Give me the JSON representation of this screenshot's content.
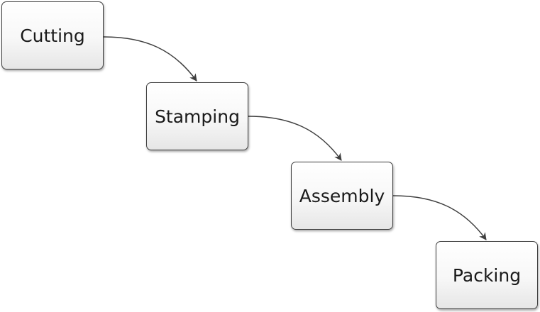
{
  "diagram": {
    "type": "process-flow",
    "steps": [
      {
        "label": "Cutting"
      },
      {
        "label": "Stamping"
      },
      {
        "label": "Assembly"
      },
      {
        "label": "Packing"
      }
    ],
    "connectors": [
      {
        "from": "Cutting",
        "to": "Stamping"
      },
      {
        "from": "Stamping",
        "to": "Assembly"
      },
      {
        "from": "Assembly",
        "to": "Packing"
      }
    ],
    "colors": {
      "box_border": "#3f3f3f",
      "box_fill_top": "#ffffff",
      "box_fill_bottom": "#e6e6e6",
      "connector": "#3f3f3f",
      "text": "#1a1a1a"
    }
  }
}
